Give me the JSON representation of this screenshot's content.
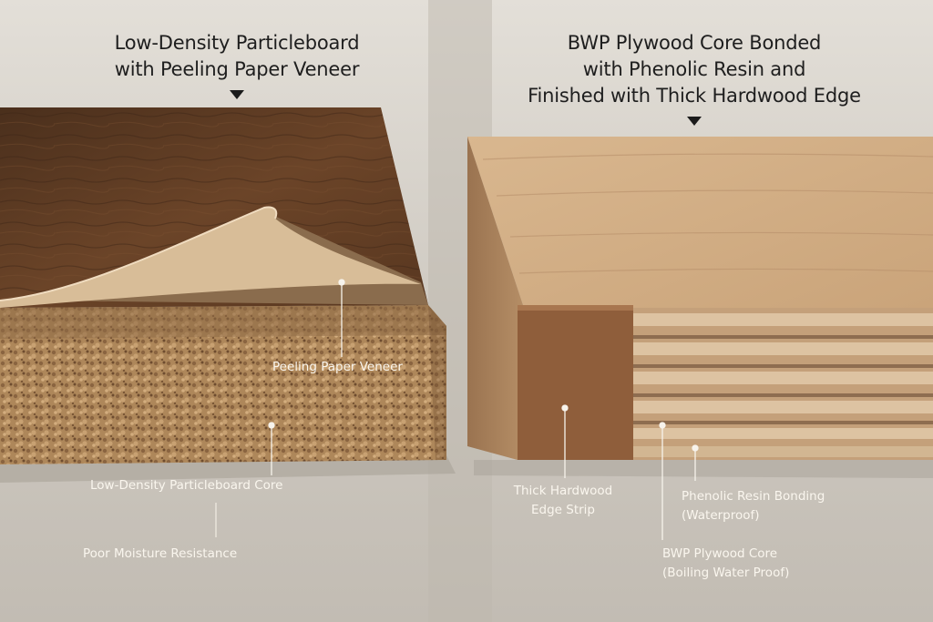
{
  "left_panel": {
    "title_lines": [
      "Low-Density Particleboard",
      "with Peeling Paper Veneer"
    ]
  },
  "right_panel": {
    "title_lines": [
      "BWP Plywood Core Bonded",
      "with Phenolic Resin and",
      "Finished with Thick Hardwood Edge"
    ]
  },
  "labels": {
    "peeling_veneer": "Peeling Paper Veneer",
    "particleboard_core": "Low-Density Particleboard Core",
    "poor_moisture": "Poor Moisture Resistance",
    "hardwood_edge": [
      "Thick Hardwood",
      "Edge Strip"
    ],
    "phenolic_bonding": [
      "Phenolic Resin Bonding",
      "(Waterproof)"
    ],
    "bwp_core": [
      "BWP Plywood Core",
      "(Boiling Water Proof)"
    ]
  },
  "colors": {
    "background": "#d6d1ca",
    "title_text": "#1e1e1e",
    "label_text": "#faf6ee",
    "particleboard_top": "#5a3a22",
    "particleboard_core": "#b08a5e",
    "plywood_top": "#d3b088",
    "hardwood_edge": "#8f5e3b"
  }
}
